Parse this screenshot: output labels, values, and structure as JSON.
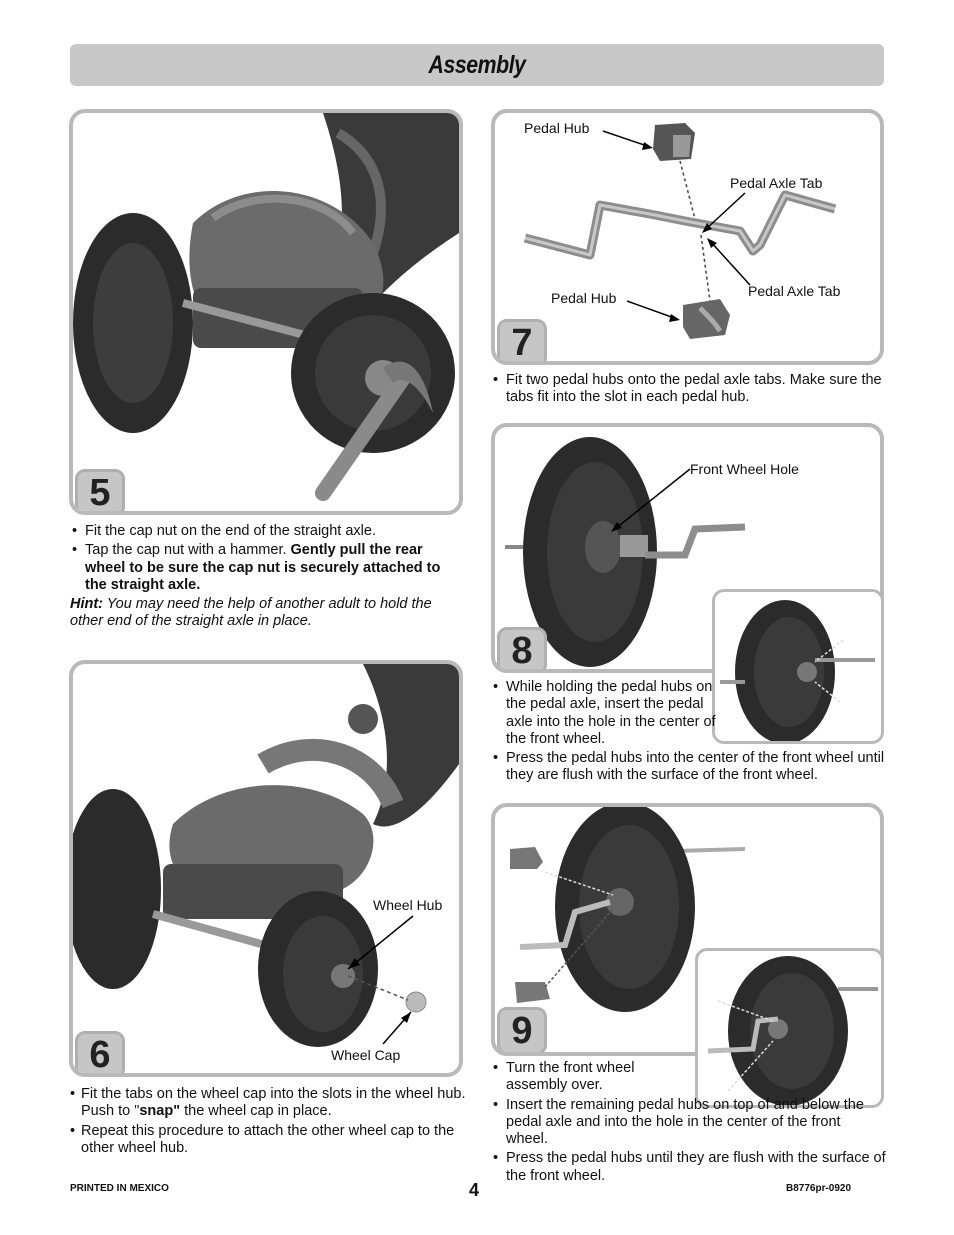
{
  "header": {
    "title": "Assembly"
  },
  "step5": {
    "number": "5",
    "bullet1": "Fit the cap nut on the end of the straight axle.",
    "bullet2_plain": "Tap the cap nut with a hammer. ",
    "bullet2_bold": "Gently pull the rear wheel to be sure the cap nut is securely attached to the straight axle.",
    "hint_label": "Hint:",
    "hint_text": " You may need the help of another adult to hold the other end of the straight axle in place."
  },
  "step6": {
    "number": "6",
    "labels": {
      "wheel_hub": "Wheel Hub",
      "wheel_cap": "Wheel Cap"
    },
    "bullet1_a": "Fit the tabs on the wheel cap into the slots in the wheel hub. Push to \"",
    "bullet1_bold": "snap\"",
    "bullet1_b": " the wheel cap in place.",
    "bullet2": "Repeat this procedure to attach the other wheel cap to the other wheel hub."
  },
  "step7": {
    "number": "7",
    "labels": {
      "pedal_hub_top": "Pedal Hub",
      "pedal_axle_tab_top": "Pedal Axle Tab",
      "pedal_hub_bottom": "Pedal Hub",
      "pedal_axle_tab_bottom": "Pedal Axle Tab"
    },
    "bullet1": "Fit two pedal hubs onto the pedal axle tabs. Make sure the tabs fit into the slot in each pedal hub."
  },
  "step8": {
    "number": "8",
    "labels": {
      "front_wheel_hole": "Front Wheel Hole"
    },
    "bullet1": "While holding the pedal hubs on the pedal axle, insert the pedal axle into the hole in the center of the front wheel.",
    "bullet2": "Press the pedal hubs into the center of the front wheel until they are flush with the surface of the front wheel."
  },
  "step9": {
    "number": "9",
    "bullet1": "Turn the front wheel assembly over.",
    "bullet2": "Insert the remaining pedal hubs on top of and below the pedal axle and into the hole in the center of the front wheel.",
    "bullet3": "Press the pedal hubs until they are flush with the surface of the front wheel."
  },
  "footer": {
    "left": "PRINTED IN MEXICO",
    "page_number": "4",
    "right": "B8776pr-0920"
  }
}
